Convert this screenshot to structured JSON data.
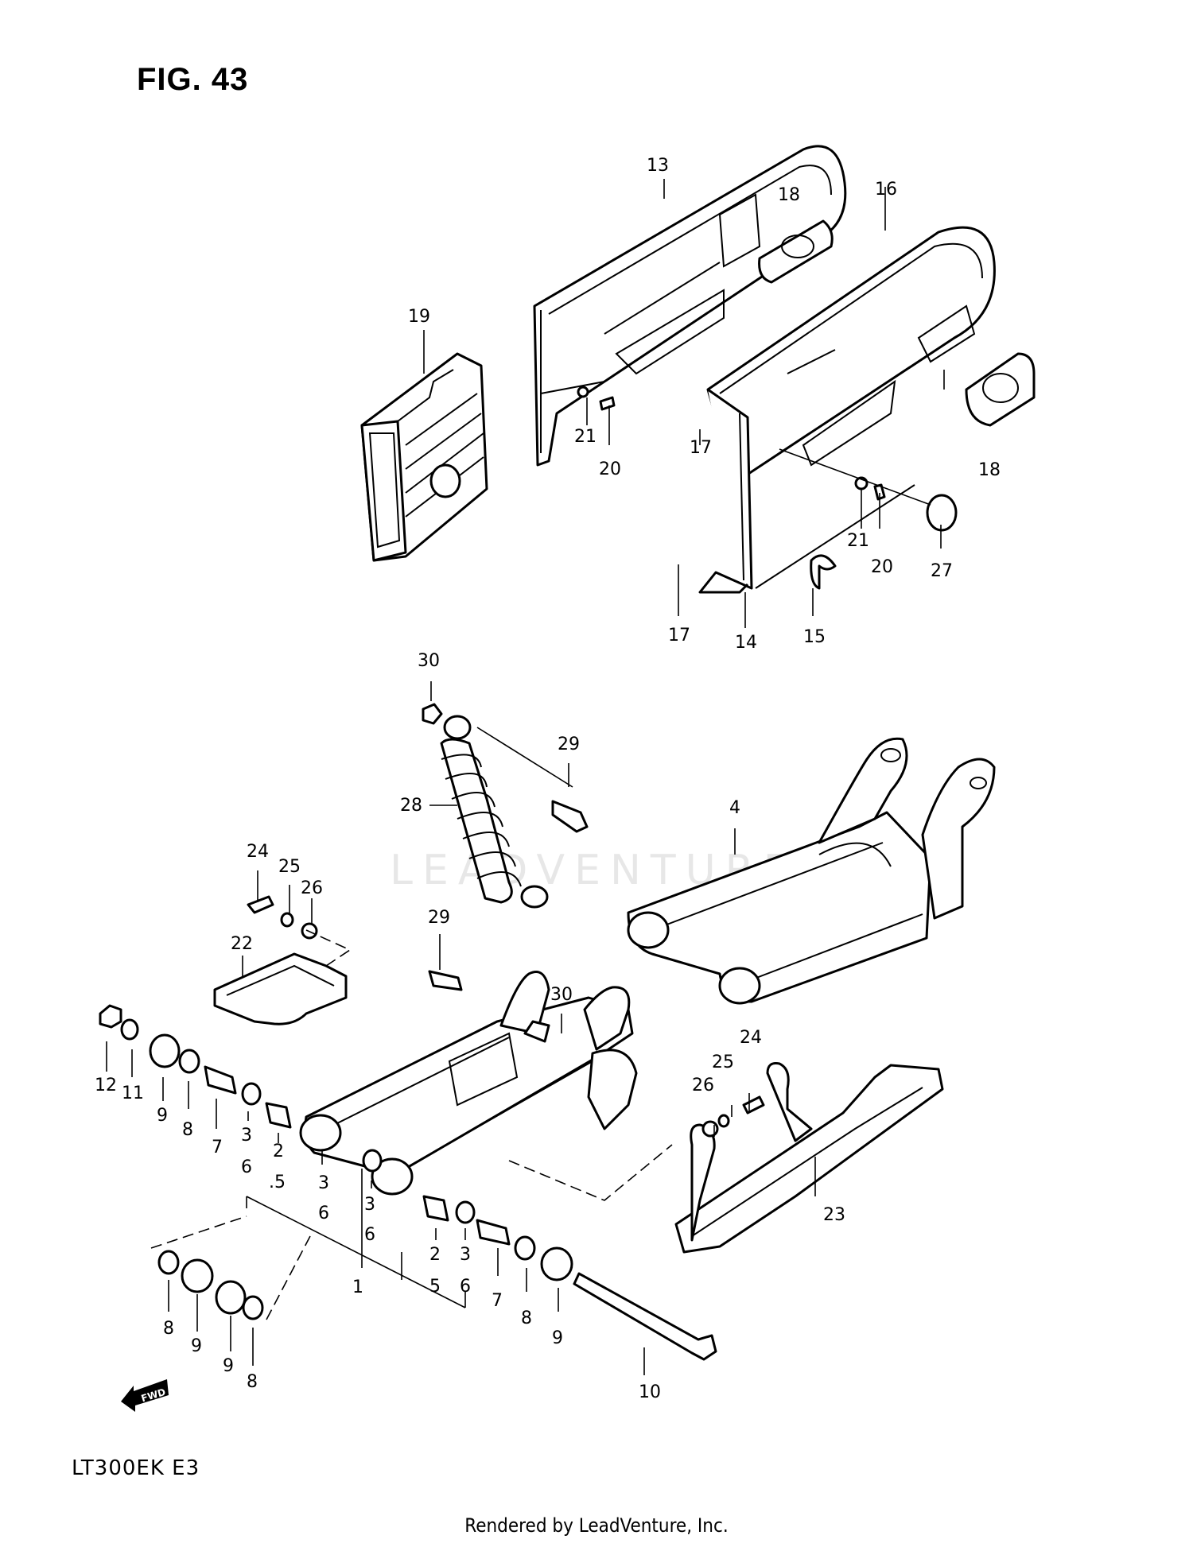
{
  "figure_title": "FIG. 43",
  "model_code": "LT300EK  E3",
  "footer": "Rendered by LeadVenture, Inc.",
  "watermark": "LEADVENTURE",
  "fwd_label": "FWD",
  "callouts": {
    "c1": "1",
    "c2a": "2",
    "c2b": "2",
    "c3a": "3",
    "c3b": "3",
    "c3c": "3",
    "c3d": "3",
    "c4": "4",
    "c5a": ".5",
    "c5b": "5",
    "c6a": "6",
    "c6b": "6",
    "c6c": "6",
    "c6d": "6",
    "c7a": "7",
    "c7b": "7",
    "c8a": "8",
    "c8b": "8",
    "c8c": "8",
    "c8d": "8",
    "c9a": "9",
    "c9b": "9",
    "c9c": "9",
    "c9d": "9",
    "c10": "10",
    "c11": "11",
    "c12": "12",
    "c13": "13",
    "c14": "14",
    "c15": "15",
    "c16": "16",
    "c17a": "17",
    "c17b": "17",
    "c18a": "18",
    "c18b": "18",
    "c19": "19",
    "c20a": "20",
    "c20b": "20",
    "c21a": "21",
    "c21b": "21",
    "c22": "22",
    "c23": "23",
    "c24a": "24",
    "c24b": "24",
    "c25a": "25",
    "c25b": "25",
    "c26a": "26",
    "c26b": "26",
    "c27": "27",
    "c28": "28",
    "c29a": "29",
    "c29b": "29",
    "c30a": "30",
    "c30b": "30"
  }
}
